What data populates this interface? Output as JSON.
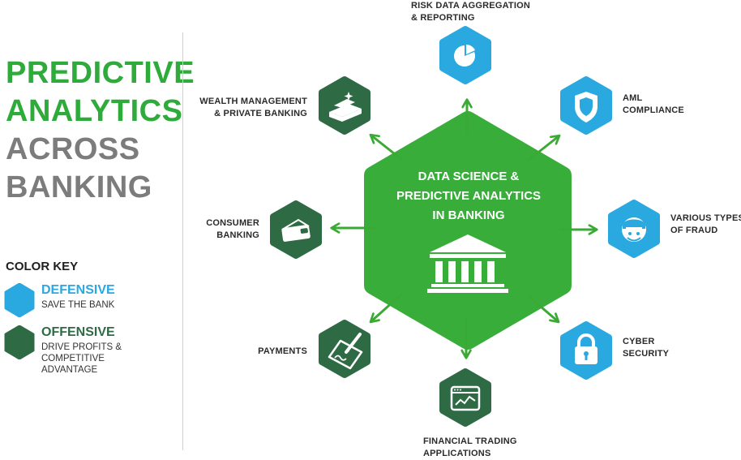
{
  "title": {
    "line1": "PREDICTIVE",
    "line2": "ANALYTICS",
    "line3": "ACROSS",
    "line4": "BANKING"
  },
  "color_key": {
    "title": "COLOR KEY",
    "defensive": {
      "label": "DEFENSIVE",
      "desc": "SAVE THE BANK",
      "color": "#2aa8e0"
    },
    "offensive": {
      "label": "OFFENSIVE",
      "desc": "DRIVE PROFITS & COMPETITIVE ADVANTAGE",
      "color": "#2e6b45"
    }
  },
  "colors": {
    "title_green": "#2eab3a",
    "title_gray": "#7c7c7c",
    "center_green": "#38ad3a",
    "arrow_green": "#3aaa35"
  },
  "center": {
    "line1": "DATA SCIENCE &",
    "line2": "PREDICTIVE ANALYTICS",
    "line3": "IN BANKING",
    "icon": "bank-icon"
  },
  "nodes": {
    "risk": {
      "line1": "RISK DATA AGGREGATION",
      "line2": "& REPORTING",
      "type": "defensive",
      "icon": "pie-chart-icon"
    },
    "aml": {
      "line1": "AML",
      "line2": "COMPLIANCE",
      "type": "defensive",
      "icon": "shield-icon"
    },
    "fraud": {
      "line1": "VARIOUS TYPES",
      "line2": "OF FRAUD",
      "type": "defensive",
      "icon": "thief-icon"
    },
    "cyber": {
      "line1": "CYBER",
      "line2": "SECURITY",
      "type": "defensive",
      "icon": "padlock-icon"
    },
    "trading": {
      "line1": "FINANCIAL TRADING",
      "line2": "APPLICATIONS",
      "type": "offensive",
      "icon": "trading-screen-icon"
    },
    "payments": {
      "line1": "PAYMENTS",
      "type": "offensive",
      "icon": "check-signing-icon"
    },
    "consumer": {
      "line1": "CONSUMER",
      "line2": "BANKING",
      "type": "offensive",
      "icon": "wallet-icon"
    },
    "wealth": {
      "line1": "WEALTH MANAGEMENT",
      "line2": "& PRIVATE BANKING",
      "type": "offensive",
      "icon": "gold-bars-icon"
    }
  }
}
